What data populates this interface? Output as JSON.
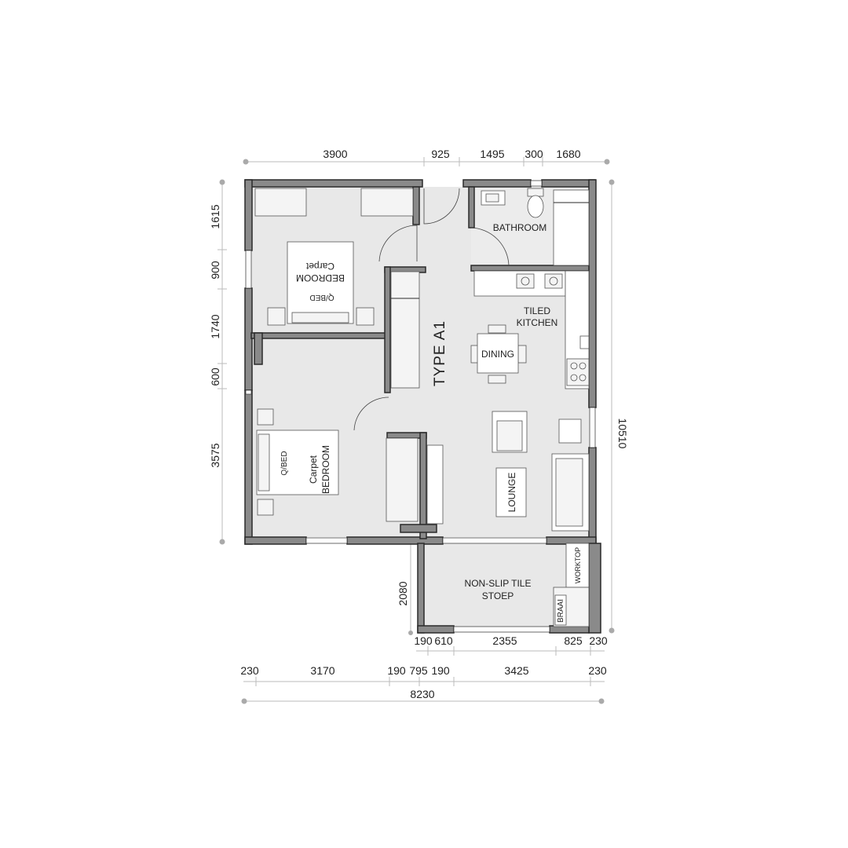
{
  "plan": {
    "type_label": "TYPE A1",
    "rooms": {
      "bedroom_top": {
        "name": "BEDROOM",
        "finish": "Carpet",
        "bed": "Q/BED"
      },
      "bedroom_bottom": {
        "name": "BEDROOM",
        "finish": "Carpet",
        "bed": "Q/BED"
      },
      "bathroom": {
        "name": "BATHROOM"
      },
      "kitchen": {
        "line1": "TILED",
        "line2": "KITCHEN"
      },
      "dining": {
        "name": "DINING"
      },
      "lounge": {
        "name": "LOUNGE"
      },
      "stoep": {
        "line1": "NON-SLIP TILE",
        "line2": "STOEP"
      },
      "worktop": {
        "name": "WORKTOP"
      },
      "braai": {
        "name": "BRAAI"
      }
    },
    "dimensions": {
      "top": [
        "3900",
        "925",
        "1495",
        "300",
        "1680"
      ],
      "left": [
        "1615",
        "900",
        "1740",
        "600",
        "3575"
      ],
      "right": "10510",
      "stoep_height": "2080",
      "stoep_bottom": [
        "190",
        "610",
        "2355",
        "825",
        "230"
      ],
      "bottom_row": [
        "230",
        "3170",
        "190",
        "795",
        "190",
        "3425",
        "230"
      ],
      "overall_width": "8230"
    }
  }
}
